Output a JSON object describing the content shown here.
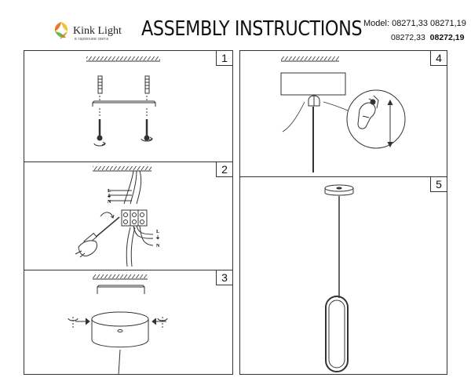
{
  "header": {
    "brand_name": "Kink Light",
    "brand_tagline": "в гармонии света",
    "title": "ASSEMBLY INSTRUCTIONS",
    "model_line1": "Model: 08271,33  08271,19",
    "model_line2_a": "08272,33",
    "model_line2_b": "08272,19"
  },
  "steps": [
    {
      "number": "1"
    },
    {
      "number": "2"
    },
    {
      "number": "3"
    },
    {
      "number": "4"
    },
    {
      "number": "5"
    }
  ],
  "wire_labels": {
    "l": "L",
    "ground": "⏚",
    "n": "N"
  },
  "colors": {
    "line": "#333333",
    "logo_orange": "#e8792b",
    "logo_yellow": "#f2c230",
    "logo_green": "#6fb445"
  }
}
